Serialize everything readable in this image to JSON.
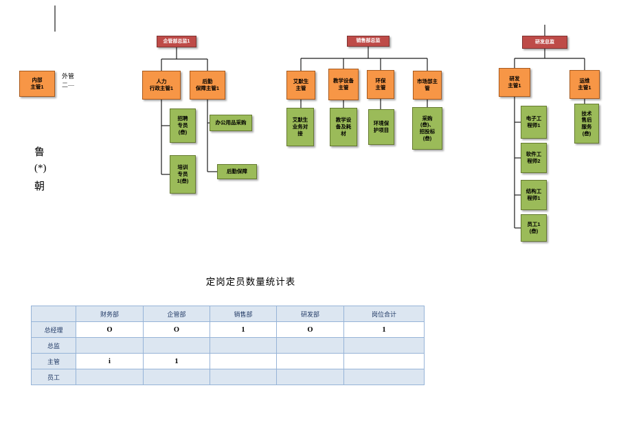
{
  "colors": {
    "director_red": "#BE4B48",
    "manager_orange": "#F79646",
    "staff_green": "#9BBB59",
    "table_header_bg": "#DCE6F1",
    "table_border": "#95B3D7"
  },
  "org": {
    "left": {
      "box": "内部\n主管1",
      "note1": "外管",
      "note2": "二—",
      "vertical": [
        "鲁",
        "(*)",
        "朝"
      ]
    },
    "qiguan": {
      "root": "企管部总监1",
      "renli": "人力\n行政主管1",
      "houqin": "后勤\n保障主管1",
      "zhaopin": "招聘\n专员\n(叁)",
      "bangong": "办公用品采购",
      "peixun": "培训\n专员\n1(叁)",
      "houqin_bz": "后勤保障"
    },
    "xiaoshou": {
      "root": "销售部总监",
      "aimosheng": "艾默生\n主管",
      "jiaoxue": "教学设备\n主管",
      "huanbao": "环保\n主管",
      "shichang": "市场部主\n管",
      "aimosheng_biz": "艾默生\n业务对\n接",
      "jiaoxue_hc": "教学设\n备及耗\n材",
      "huanbao_xm": "环境保\n护项目",
      "caigou": "采购\n(叁)、\n招投标\n(叁)"
    },
    "yanfa": {
      "root": "研发总监",
      "yanfa_mgr": "研发\n主管1",
      "yunwei": "运维\n主管1",
      "dianzi": "电子工\n程师1",
      "ruanjian": "软件工\n程师2",
      "jiegou": "结构工\n程师1",
      "yuangong": "员工1\n(叁)",
      "jishu": "技术\n售后\n服务\n(叁)"
    }
  },
  "table": {
    "title": "定岗定员数量统计表",
    "headers": [
      "",
      "财务部",
      "企管部",
      "销售部",
      "研发部",
      "岗位合计"
    ],
    "rows": [
      {
        "label": "总经理",
        "cells": [
          "O",
          "O",
          "1",
          "O",
          "1"
        ]
      },
      {
        "label": "总监",
        "cells": [
          "",
          "",
          "",
          "",
          ""
        ]
      },
      {
        "label": "主管",
        "cells": [
          "i",
          "1",
          "",
          "",
          ""
        ]
      },
      {
        "label": "员工",
        "cells": [
          "",
          "",
          "",
          "",
          ""
        ]
      }
    ]
  }
}
